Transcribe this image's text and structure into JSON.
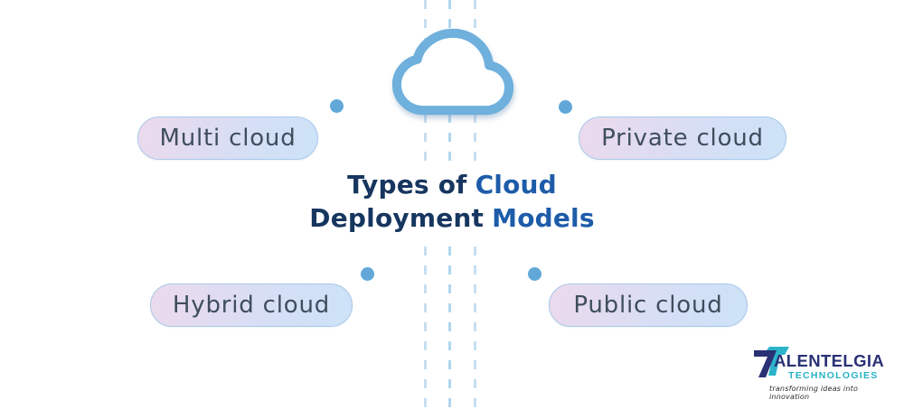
{
  "title": {
    "part1": "Types of",
    "part2": "Cloud",
    "part3": "Deployment",
    "part4": "Models"
  },
  "nodes": [
    {
      "label": "Multi cloud"
    },
    {
      "label": "Private cloud"
    },
    {
      "label": "Hybrid cloud"
    },
    {
      "label": "Public cloud"
    }
  ],
  "logo": {
    "brand": "ALENTELGIA",
    "division": "TECHNOLOGIES",
    "tagline": "transforming ideas into innovation"
  },
  "colors": {
    "accent_dot_blue": "#61a8d9",
    "cloud_stroke": "#6fb0dd",
    "dashed_line": "#c6def1",
    "title_dark": "#17365f",
    "title_blue": "#1e5ca9",
    "pill_border": "#a9c9ea",
    "pill_gradient_left": "#ecdaec",
    "pill_gradient_right": "#cde2f8",
    "pill_text": "#3f4e5d",
    "logo_navy": "#2a3175",
    "logo_teal": "#27b2c7"
  }
}
